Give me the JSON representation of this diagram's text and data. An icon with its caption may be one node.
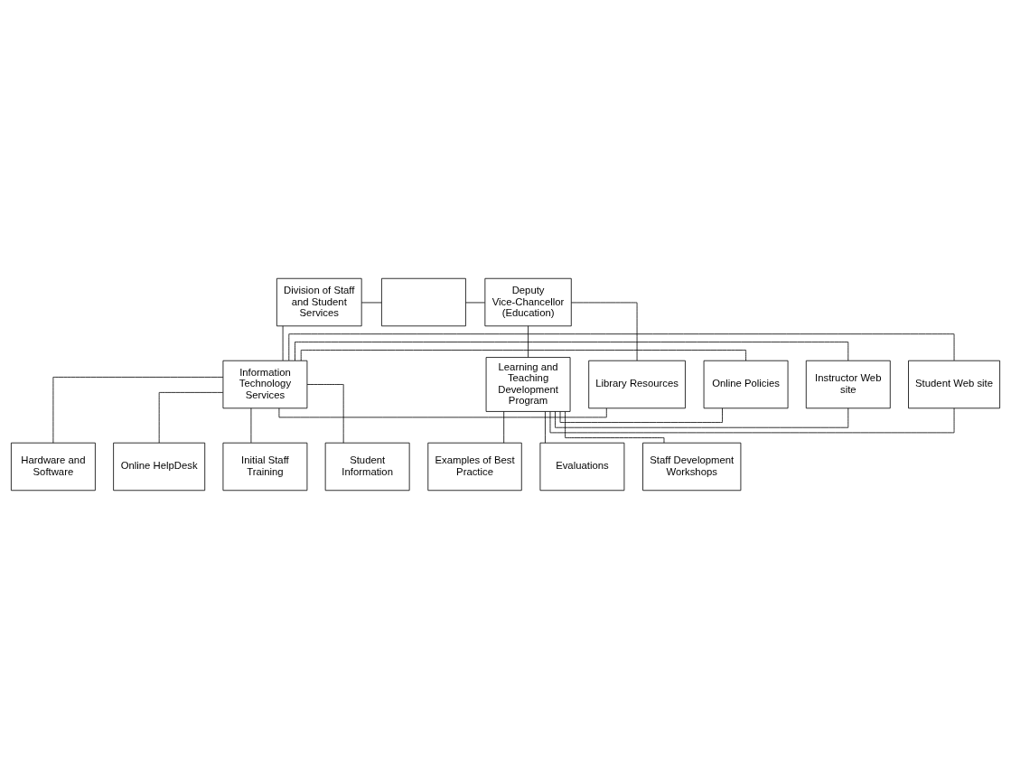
{
  "diagram": {
    "nodes": [
      {
        "text": [
          "Division of Staff and Student Services"
        ]
      },
      {
        "text": [],
        "shape": "box"
      },
      {
        "text": [
          "Deputy Vice-Chancellor (Education)"
        ]
      },
      {
        "text": [
          "Library Resources"
        ]
      },
      {
        "text": [
          "Online Policies"
        ]
      },
      {
        "text": [
          "Information Technology Services"
        ]
      },
      {
        "text": [
          "Instructor Web site"
        ]
      },
      {
        "text": [
          "Learning and Teaching Development Program"
        ]
      },
      {
        "text": [
          "Student Web site"
        ]
      },
      {
        "text": [
          "Hardware and Software"
        ]
      },
      {
        "text": [
          "Online HelpDesk"
        ]
      },
      {
        "text": [
          "Initial Staff Training"
        ]
      },
      {
        "text": [
          "Student Information"
        ]
      },
      {
        "text": [
          "Examples of Best Practice"
        ]
      },
      {
        "text": [
          "Evaluations"
        ]
      },
      {
        "text": [
          "Staff Development Workshops"
        ]
      }
    ],
    "edges": [
      {
        "from": 0,
        "to": 1,
        "arrow": "none"
      },
      {
        "from": 1,
        "to": 2,
        "arrow": "none"
      },
      {
        "from": 3,
        "to": 2,
        "arrow": "none"
      },
      {
        "from": 0,
        "to": 5,
        "arrow": "none"
      },
      {
        "from": 2,
        "to": 7,
        "arrow": "none"
      },
      {
        "from": 5,
        "to": 3,
        "arrow": "none"
      },
      {
        "from": 5,
        "to": 4,
        "arrow": "none"
      },
      {
        "from": 5,
        "to": 6,
        "arrow": "none"
      },
      {
        "from": 5,
        "to": 8,
        "arrow": "none"
      },
      {
        "from": 4,
        "to": 7,
        "arrow": "none"
      },
      {
        "from": 6,
        "to": 7,
        "arrow": "none"
      },
      {
        "from": 8,
        "to": 7,
        "arrow": "none"
      },
      {
        "from": 5,
        "to": 9,
        "arrow": "none"
      },
      {
        "from": 5,
        "to": 10,
        "arrow": "none"
      },
      {
        "from": 5,
        "to": 11,
        "arrow": "none"
      },
      {
        "from": 5,
        "to": 12,
        "arrow": "none"
      },
      {
        "from": 7,
        "to": 13,
        "arrow": "none"
      },
      {
        "from": 7,
        "to": 14,
        "arrow": "none"
      },
      {
        "from": 7,
        "to": 15,
        "arrow": "none"
      }
    ]
  }
}
